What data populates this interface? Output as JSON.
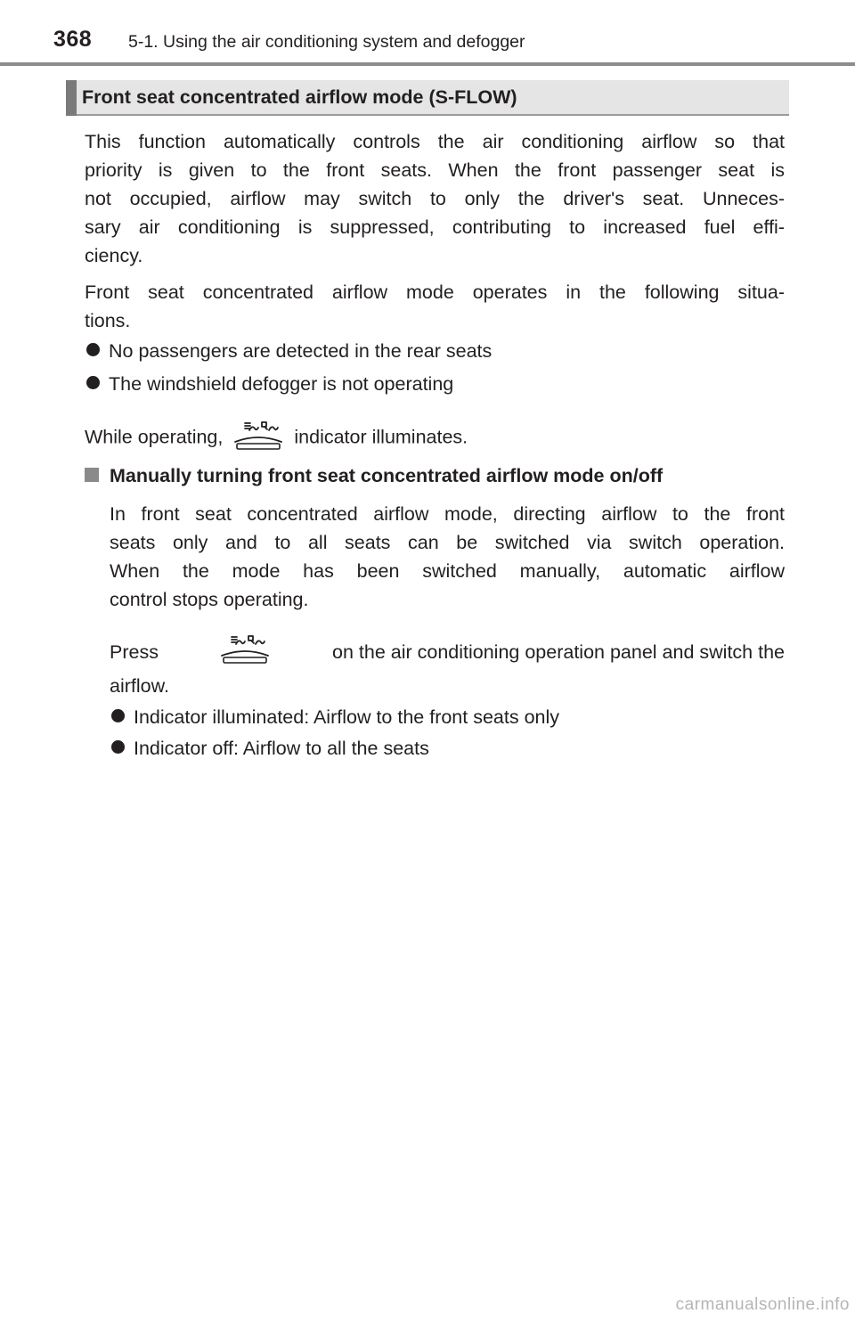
{
  "header": {
    "page_number": "368",
    "section": "5-1. Using the air conditioning system and defogger"
  },
  "heading": "Front seat concentrated airflow mode (S-FLOW)",
  "intro_lines": [
    "This function automatically controls the air conditioning airflow so that",
    "priority is given to the front seats. When the front passenger seat is",
    "not occupied, airflow may switch to only the driver's seat. Unneces-",
    "sary air conditioning is suppressed, contributing to increased fuel effi-",
    "ciency."
  ],
  "situations_lines": [
    "Front seat concentrated airflow mode operates in the following situa-",
    "tions."
  ],
  "situations": [
    "No passengers are detected in the rear seats",
    "The windshield defogger is not operating"
  ],
  "indicator_sentence": {
    "before": "While operating,",
    "after": "indicator illuminates."
  },
  "manual": {
    "title": "Manually turning front seat concentrated airflow mode on/off",
    "lines": [
      "In front seat concentrated airflow mode, directing airflow to the front",
      "seats only and to all seats can be switched via switch operation.",
      "When the mode has been switched manually, automatic airflow",
      "control stops operating."
    ],
    "press_before": "Press",
    "press_after": "on the air conditioning operation panel and switch the",
    "press_end": "airflow.",
    "states": [
      "Indicator illuminated: Airflow to the front seats only",
      "Indicator off: Airflow to all the seats"
    ]
  },
  "icons": {
    "sflow": "s-flow-airflow-icon"
  },
  "watermark": "carmanualsonline.info"
}
